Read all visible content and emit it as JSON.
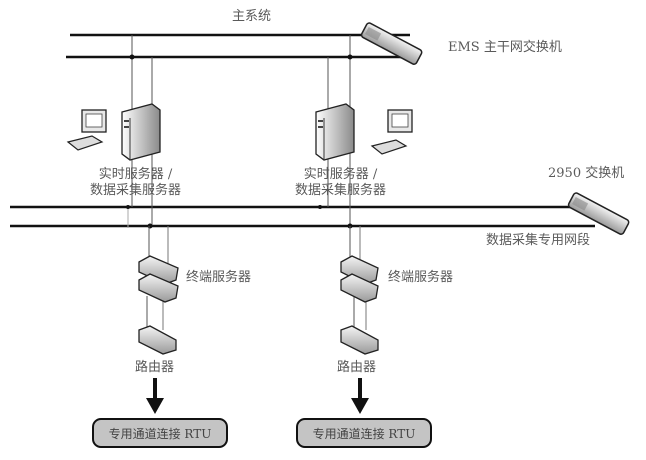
{
  "main_system": {
    "title": "主系统",
    "switch_label": "EMS 主干网交换机"
  },
  "data_network": {
    "switch_label": "2950 交换机",
    "segment_label": "数据采集专用网段"
  },
  "servers": [
    {
      "line1": "实时服务器 /",
      "line2": "数据采集服务器"
    },
    {
      "line1": "实时服务器 /",
      "line2": "数据采集服务器"
    }
  ],
  "branches": [
    {
      "terminal_server_label": "终端服务器",
      "router_label": "路由器",
      "rtu_label": "专用通道连接 RTU"
    },
    {
      "terminal_server_label": "终端服务器",
      "router_label": "路由器",
      "rtu_label": "专用通道连接 RTU"
    }
  ],
  "colors": {
    "line": "#111111",
    "rtu_fill": "#c4c4c4",
    "text": "#5a5a5a"
  }
}
